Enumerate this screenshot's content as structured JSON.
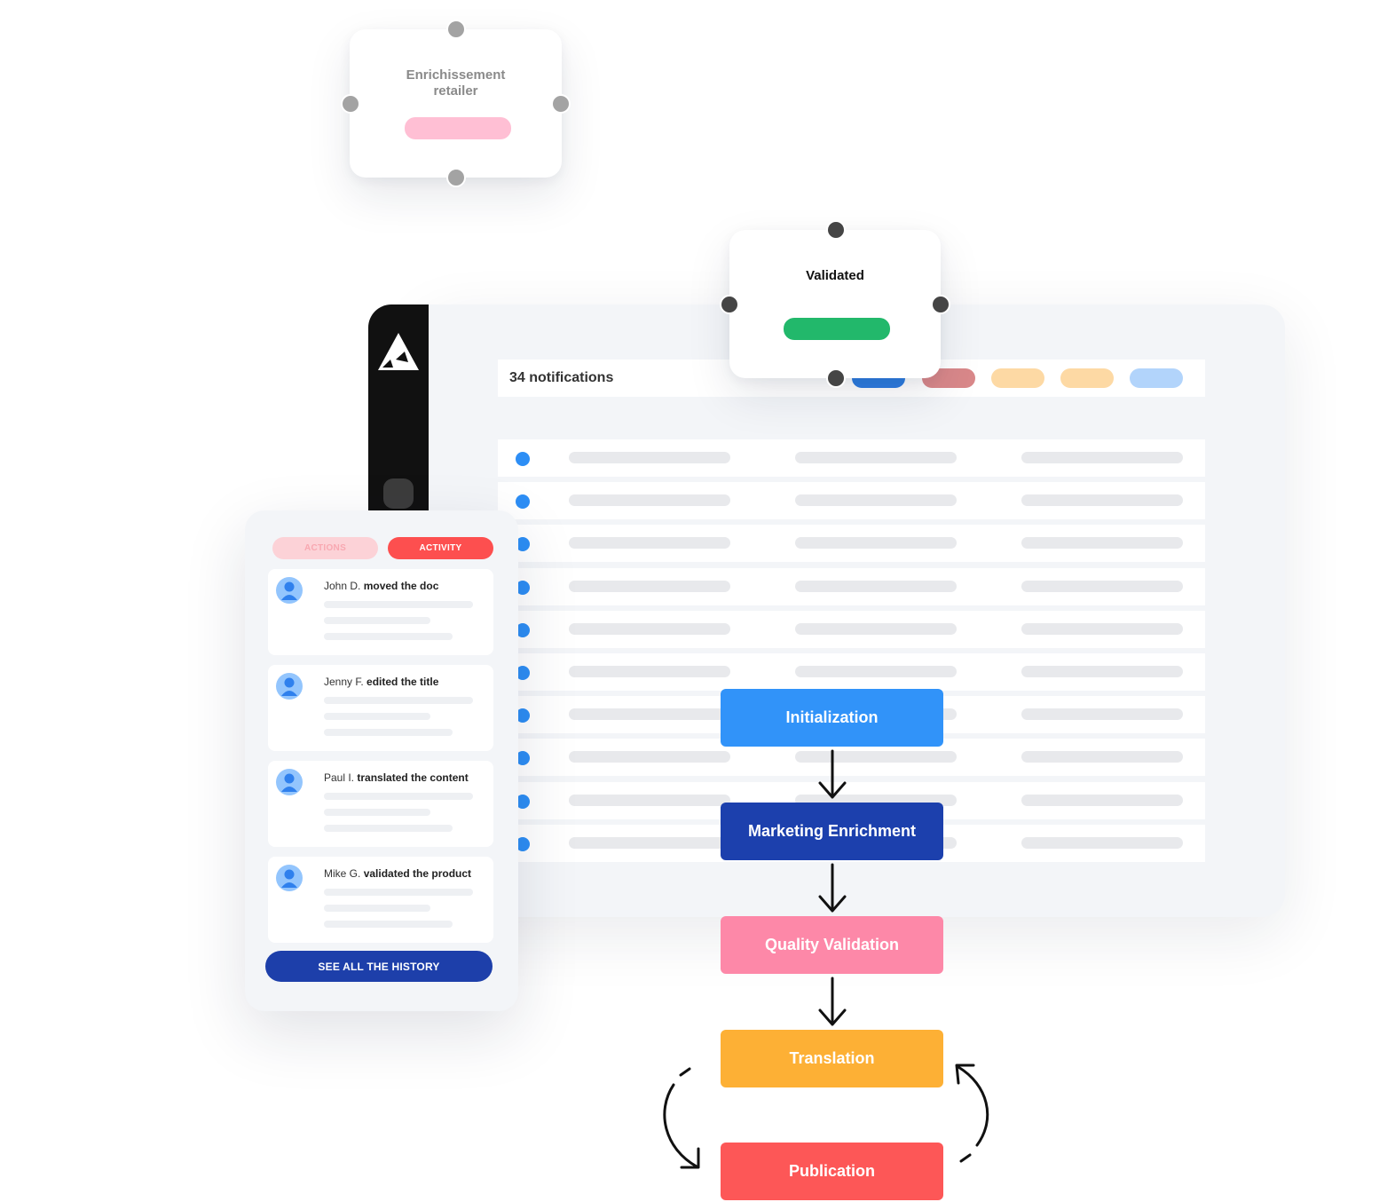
{
  "cards": {
    "retailer": {
      "title": "Enrichissement retailer",
      "pill_color": "#ffbfd4"
    },
    "validated": {
      "title": "Validated",
      "pill_color": "#22b86b"
    }
  },
  "notifications": {
    "label": "34 notifications",
    "chip_colors": [
      "#2d7ce0",
      "#d9888a",
      "#fdd9a4",
      "#fdd9a4",
      "#b2d4fb"
    ]
  },
  "table": {
    "row_count": 10
  },
  "activity": {
    "tabs": [
      {
        "label": "ACTIONS",
        "active": false
      },
      {
        "label": "ACTIVITY",
        "active": true
      }
    ],
    "items": [
      {
        "user": "John D.",
        "action": "moved the doc"
      },
      {
        "user": "Jenny F.",
        "action": "edited the title"
      },
      {
        "user": "Paul I.",
        "action": "translated the content"
      },
      {
        "user": "Mike G.",
        "action": "validated the product"
      }
    ],
    "history_button": "SEE ALL THE HISTORY"
  },
  "workflow": {
    "steps": [
      {
        "label": "Initialization",
        "color": "#3193f9"
      },
      {
        "label": "Marketing Enrichment",
        "color": "#1c40ad"
      },
      {
        "label": "Quality Validation",
        "color": "#fd88a8"
      },
      {
        "label": "Translation",
        "color": "#fdb035"
      },
      {
        "label": "Publication",
        "color": "#fd5757"
      }
    ]
  },
  "colors": {
    "sidebar": "#111111",
    "accent_red": "#fd4f4f",
    "accent_blue": "#1d3faa",
    "row_dot": "#2d8ef5"
  }
}
